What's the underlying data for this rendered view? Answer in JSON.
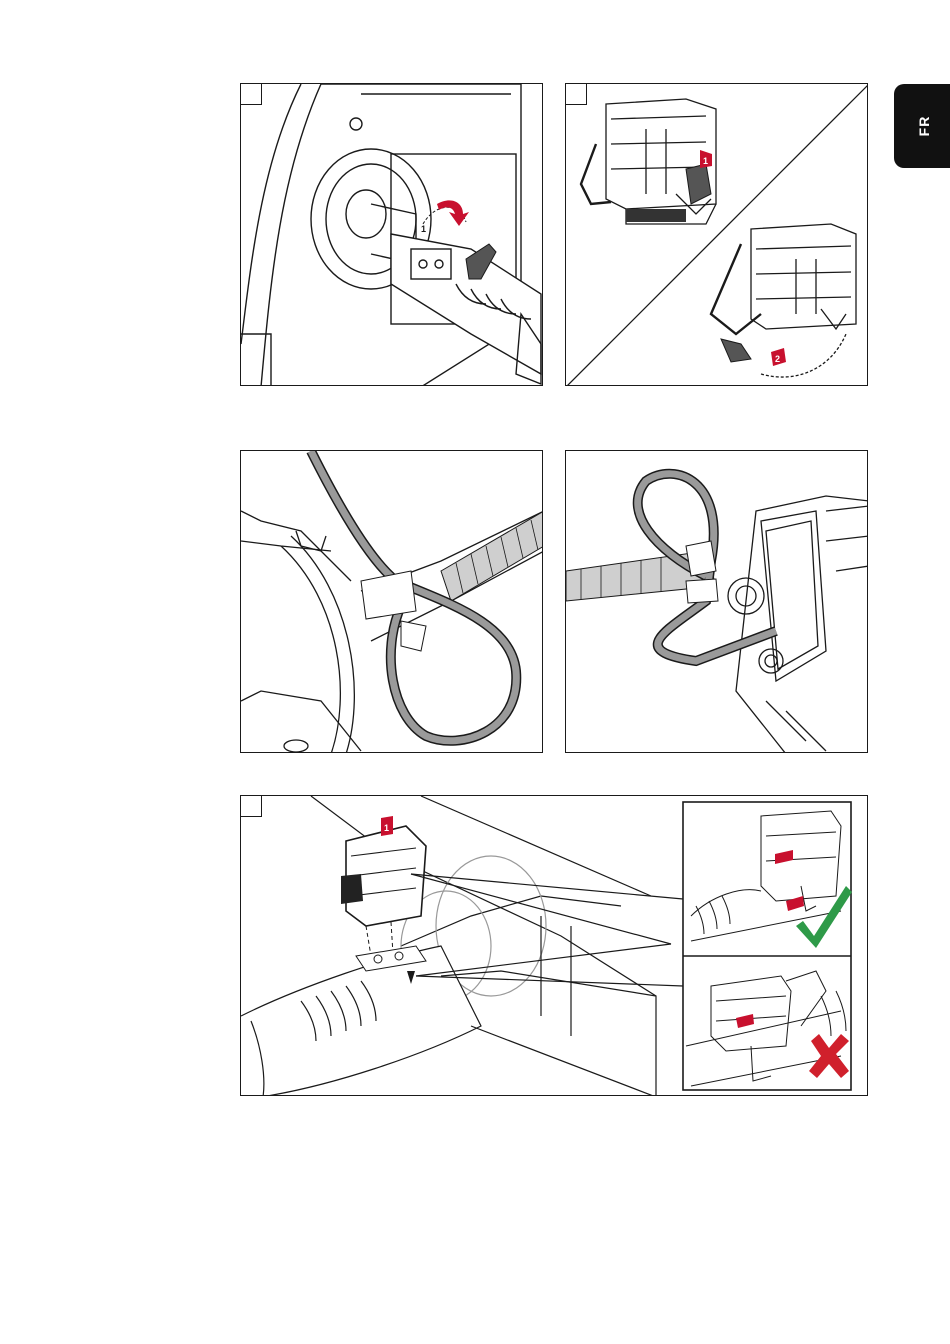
{
  "page": {
    "language_tab": "FR"
  },
  "figures": [
    {
      "id": "fig1",
      "callouts": [
        "1"
      ]
    },
    {
      "id": "fig2",
      "callouts": [
        "1",
        "2"
      ]
    },
    {
      "id": "fig3",
      "callouts": []
    },
    {
      "id": "fig4",
      "callouts": []
    },
    {
      "id": "fig5",
      "callouts": [
        "1"
      ]
    }
  ],
  "colors": {
    "callout_red": "#c8102e",
    "check_green": "#2e9a48",
    "cross_red": "#d0202c",
    "line": "#1a1a1a",
    "hose_gray": "#9a9a9a"
  },
  "status_marks": {
    "correct": "check-icon",
    "incorrect": "cross-icon"
  }
}
